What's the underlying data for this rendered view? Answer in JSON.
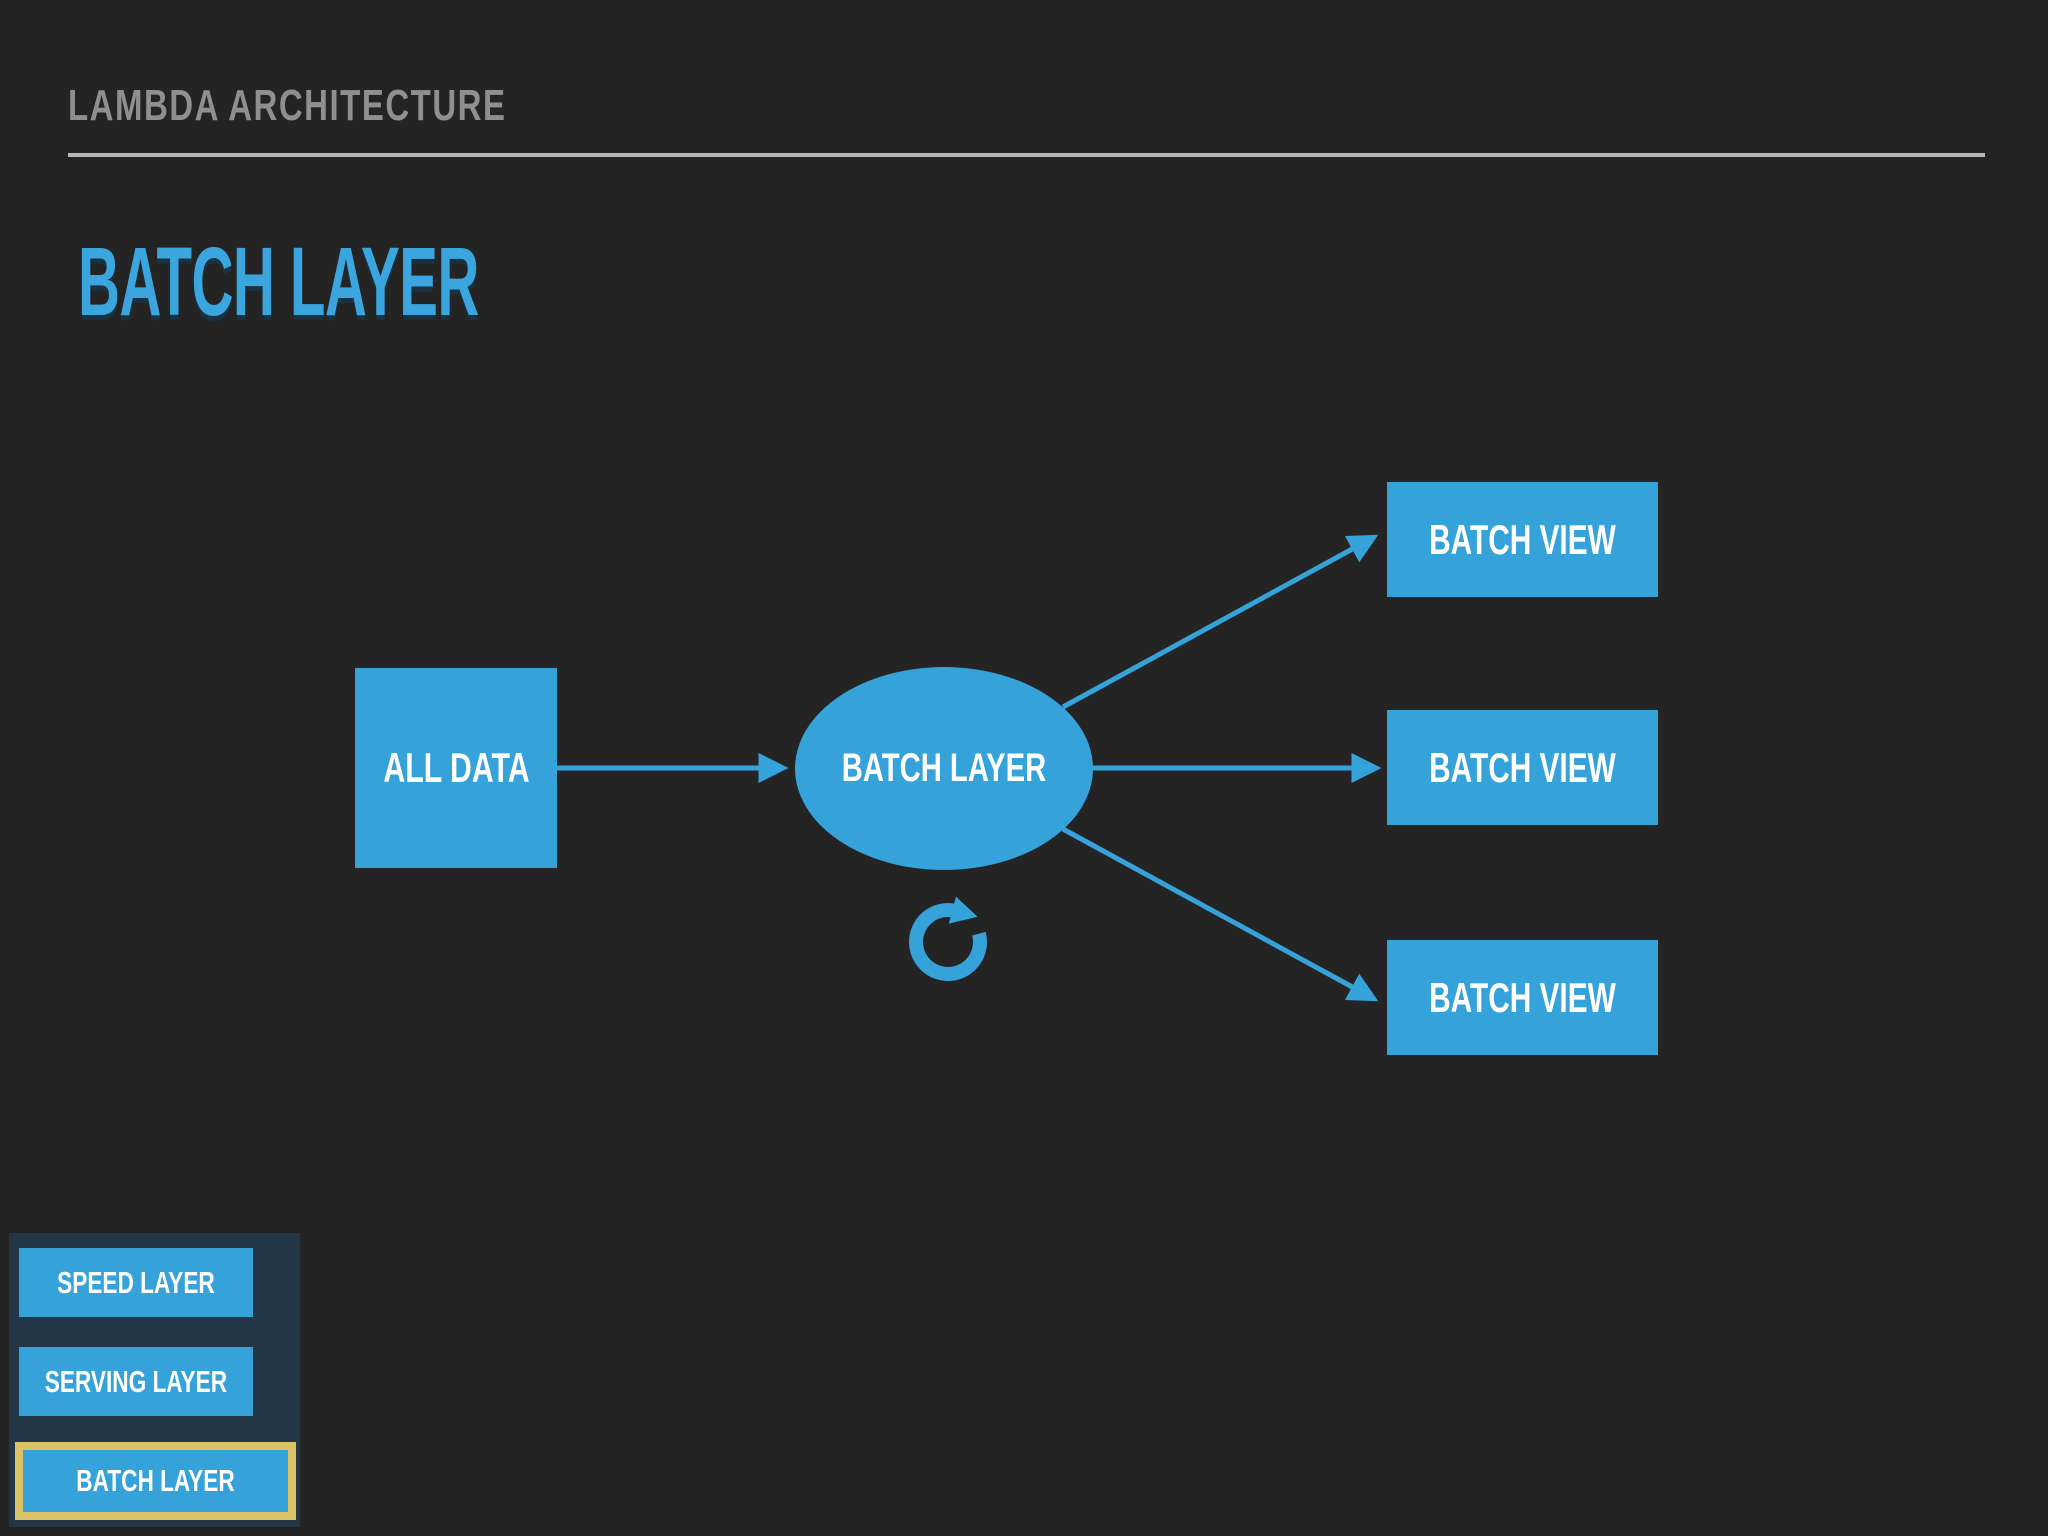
{
  "slide": {
    "header_title": "LAMBDA ARCHITECTURE",
    "page_title": "BATCH LAYER"
  },
  "diagram": {
    "source": "ALL DATA",
    "process": "BATCH LAYER",
    "outputs": [
      "BATCH VIEW",
      "BATCH VIEW",
      "BATCH VIEW"
    ],
    "refresh_icon": "clockwise-refresh-arrow"
  },
  "legend": {
    "items": [
      {
        "label": "SPEED LAYER",
        "selected": false
      },
      {
        "label": "SERVING LAYER",
        "selected": false
      },
      {
        "label": "BATCH LAYER",
        "selected": true
      }
    ]
  },
  "colors": {
    "background": "#242424",
    "accent_blue": "#36a2da",
    "title_blue": "#3ba6de",
    "header_gray": "#8f8f8f",
    "divider_gray": "#b8b8b8",
    "legend_panel": "#223646",
    "highlight_gold": "#dcc266",
    "text_white": "#ffffff"
  }
}
